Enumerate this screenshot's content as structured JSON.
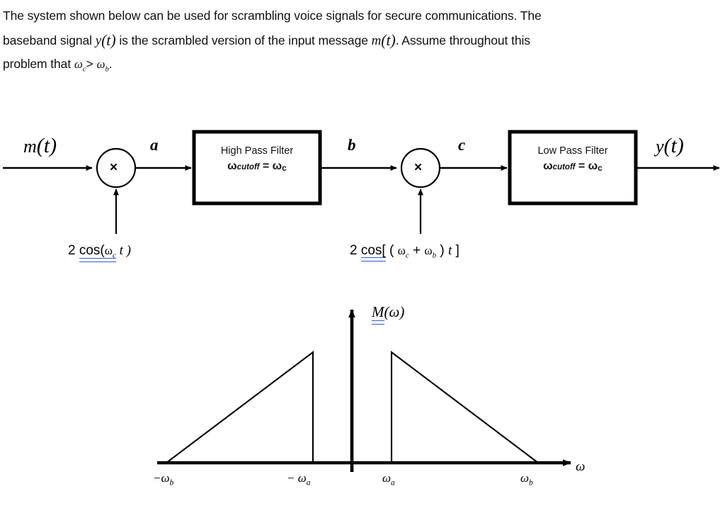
{
  "statement": {
    "line1_a": "The system shown below can be used for scrambling voice signals for secure communications. The",
    "line2_a": "baseband signal",
    "line2_y": "y",
    "line2_yt": "(t)",
    "line2_b": "is the scrambled version of the input message",
    "line2_m": "m",
    "line2_mt": "(t)",
    "line2_c": ". Assume throughout this",
    "line3_a": "problem that",
    "line3_wc": "ω",
    "line3_wc_sub": "c",
    "line3_gt": ">",
    "line3_wb": "ω",
    "line3_wb_sub": "b",
    "line3_end": "."
  },
  "diagram": {
    "input_label": "m",
    "input_label_paren": "(t)",
    "output_label": "y",
    "output_label_paren": "(t)",
    "node_a": "a",
    "node_b": "b",
    "node_c": "c",
    "mult1_symbol": "×",
    "mult2_symbol": "×",
    "hpf": {
      "title": "High Pass Filter",
      "omega": "ω",
      "cutoff_sub": "cutoff",
      "equals": " = ",
      "omega2": "ω",
      "omega2_sub": "c"
    },
    "lpf": {
      "title": "Low Pass Filter",
      "omega": "ω",
      "cutoff_sub": "cutoff",
      "equals": " = ",
      "omega2": "ω",
      "omega2_sub": "c"
    },
    "osc1": {
      "coef": "2 ",
      "fn": "cos(",
      "omega": "ω",
      "omega_sub": "c",
      "tail": " t )"
    },
    "osc2": {
      "coef": "2 ",
      "fn": "cos[",
      "open": " ( ",
      "omega_c": "ω",
      "omega_c_sub": "c",
      "plus": " + ",
      "omega_b": "ω",
      "omega_b_sub": "b",
      "close": " ) ",
      "t": "t",
      "bracket": " ]"
    }
  },
  "spectrum": {
    "title_m": "M",
    "title_paren": "(ω)",
    "x_axis_label": "ω",
    "ticks": [
      {
        "name": "minus-omega-b",
        "prefix": "−",
        "omega": "ω",
        "sub": "b"
      },
      {
        "name": "minus-omega-a",
        "prefix": "− ",
        "omega": "ω",
        "sub": "a"
      },
      {
        "name": "omega-a",
        "prefix": "",
        "omega": "ω",
        "sub": "a"
      },
      {
        "name": "omega-b",
        "prefix": "",
        "omega": "ω",
        "sub": "b"
      }
    ]
  },
  "chart_data": {
    "type": "line",
    "title": "M(ω)",
    "xlabel": "ω",
    "ylabel": "M(ω)",
    "description": "Two-sided triangular baseband magnitude spectrum with a notch (gap) around DC between -ωa and +ωa",
    "xtick_labels": [
      "-ωb",
      "- ωa",
      "ωa",
      "ωb"
    ],
    "xtick_values": [
      -1.0,
      -0.35,
      0.35,
      1.0
    ],
    "series": [
      {
        "name": "negative-frequency-lobe",
        "points": [
          [
            -1.0,
            0.0
          ],
          [
            -0.35,
            1.0
          ],
          [
            -0.35,
            0.0
          ]
        ]
      },
      {
        "name": "positive-frequency-lobe",
        "points": [
          [
            0.35,
            0.0
          ],
          [
            0.35,
            1.0
          ],
          [
            1.0,
            0.0
          ]
        ]
      }
    ],
    "xlim": [
      -1.45,
      1.45
    ],
    "ylim": [
      0,
      1.15
    ],
    "grid": false,
    "legend": "none"
  },
  "colors": {
    "ink": "#000000",
    "spellcheck_underline": "#2f5bd7",
    "background": "#ffffff"
  }
}
